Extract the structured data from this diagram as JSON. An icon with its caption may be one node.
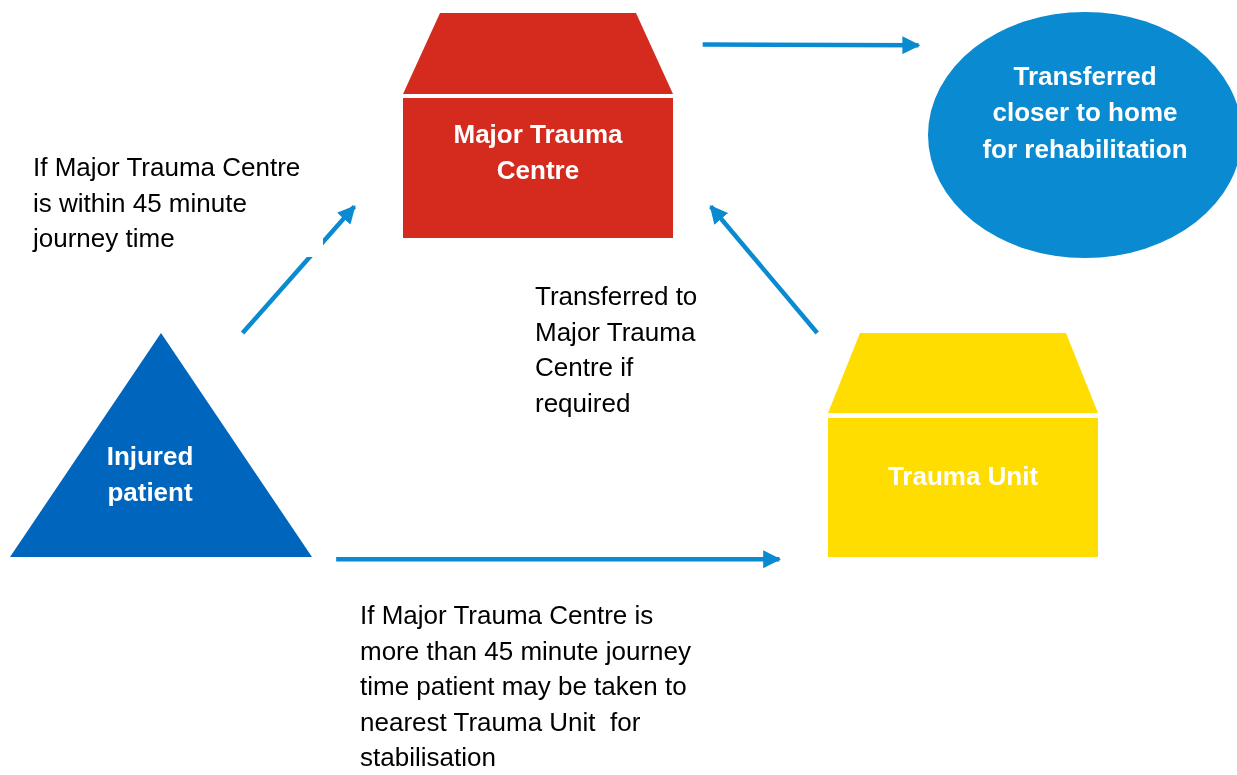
{
  "diagram": {
    "nodes": [
      {
        "text": [
          "Major Trauma Centre"
        ]
      },
      {
        "text": [
          "Transferred closer to home for rehabilitation"
        ]
      },
      {
        "text": [
          "Injured patient"
        ]
      },
      {
        "text": [
          "Trauma Unit"
        ]
      }
    ],
    "edges": [
      {
        "from": 0,
        "to": 1,
        "arrow": "to"
      },
      {
        "from": 2,
        "to": 0,
        "arrow": "to",
        "label": "If Major Trauma Centre is within 45 minute journey time"
      },
      {
        "from": 3,
        "to": 0,
        "arrow": "to",
        "label": "Transferred to Major Trauma Centre if required"
      },
      {
        "from": 2,
        "to": 3,
        "arrow": "to",
        "label": "If Major Trauma Centre is more than 45 minute journey time patient may be taken to nearest Trauma Unit  for stabilisation"
      }
    ]
  }
}
